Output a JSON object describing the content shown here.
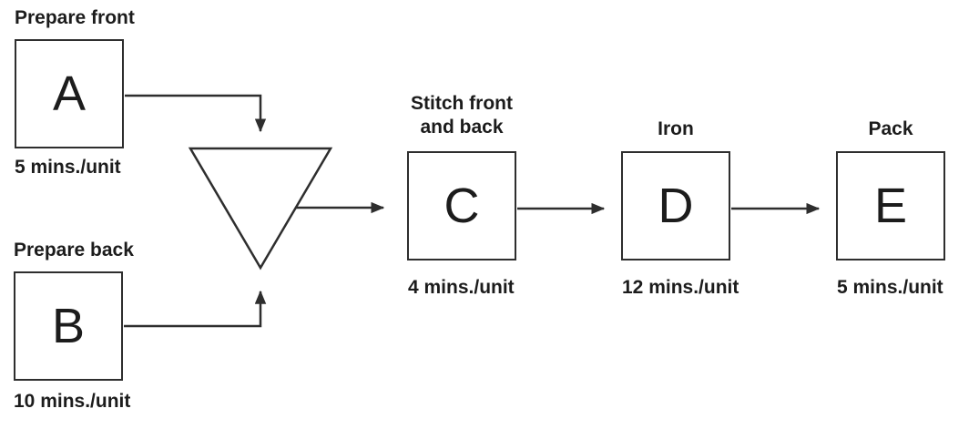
{
  "diagram": {
    "type": "process-flow",
    "nodes": [
      {
        "id": "A",
        "letter": "A",
        "label": "Prepare front",
        "time": "5 mins./unit"
      },
      {
        "id": "B",
        "letter": "B",
        "label": "Prepare back",
        "time": "10 mins./unit"
      },
      {
        "id": "C",
        "letter": "C",
        "label": "Stitch front and back",
        "time": "4 mins./unit"
      },
      {
        "id": "D",
        "letter": "D",
        "label": "Iron",
        "time": "12 mins./unit"
      },
      {
        "id": "E",
        "letter": "E",
        "label": "Pack",
        "time": "5 mins./unit"
      }
    ],
    "inventory": {
      "symbol": "inverted-triangle"
    },
    "edges": [
      {
        "from": "A",
        "to": "inventory"
      },
      {
        "from": "B",
        "to": "inventory"
      },
      {
        "from": "inventory",
        "to": "C"
      },
      {
        "from": "C",
        "to": "D"
      },
      {
        "from": "D",
        "to": "E"
      }
    ],
    "colors": {
      "line": "#2e2e2e",
      "text": "#1c1c1c",
      "background": "#ffffff"
    }
  }
}
